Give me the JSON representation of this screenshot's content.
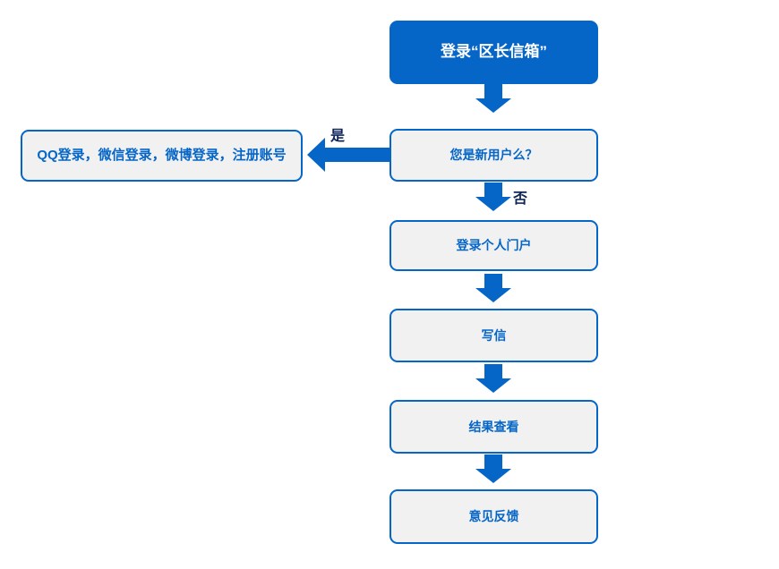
{
  "flowchart": {
    "nodes": {
      "start": "登录“区长信箱”",
      "question": "您是新用户么？",
      "yes_result": "QQ登录，微信登录，微博登录，注册账号",
      "portal": "登录个人门户",
      "write": "写信",
      "results": "结果查看",
      "feedback": "意见反馈"
    },
    "labels": {
      "yes": "是",
      "no": "否"
    },
    "colors": {
      "primary_blue": "#0566C8",
      "box_fill": "#F1F1F1",
      "box_text_blue": "#0566C8",
      "start_text": "#FFFFFF",
      "branch_label_navy": "#0F2557",
      "background": "#FFFFFF"
    }
  }
}
